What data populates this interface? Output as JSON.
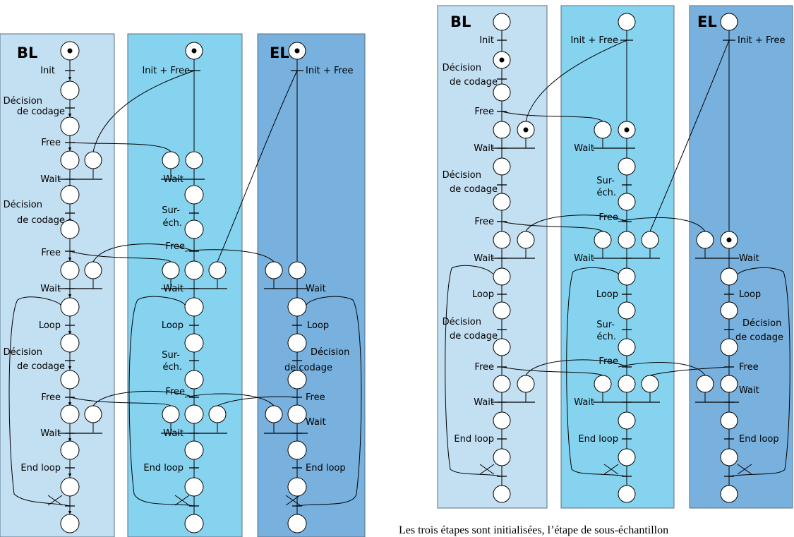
{
  "left_diagram": {
    "lanes": [
      {
        "title": "BL",
        "color": "#c3dff2"
      },
      {
        "title": "",
        "color": "#86d3f0"
      },
      {
        "title": "EL",
        "color": "#78b0de"
      }
    ],
    "labels": {
      "init": "Init",
      "init_free": "Init + Free",
      "decision_line1": "Décision",
      "decision_line2": "de codage",
      "free": "Free",
      "wait": "Wait",
      "sur_line1": "Sur-",
      "sur_line2": "éch.",
      "loop": "Loop",
      "end_loop": "End loop"
    }
  },
  "right_diagram": {
    "lanes": [
      {
        "title": "BL",
        "color": "#c3dff2"
      },
      {
        "title": "",
        "color": "#86d3f0"
      },
      {
        "title": "EL",
        "color": "#78b0de"
      }
    ]
  },
  "caption": "Les trois étapes sont initialisées, l’étape de sous-échantillon"
}
